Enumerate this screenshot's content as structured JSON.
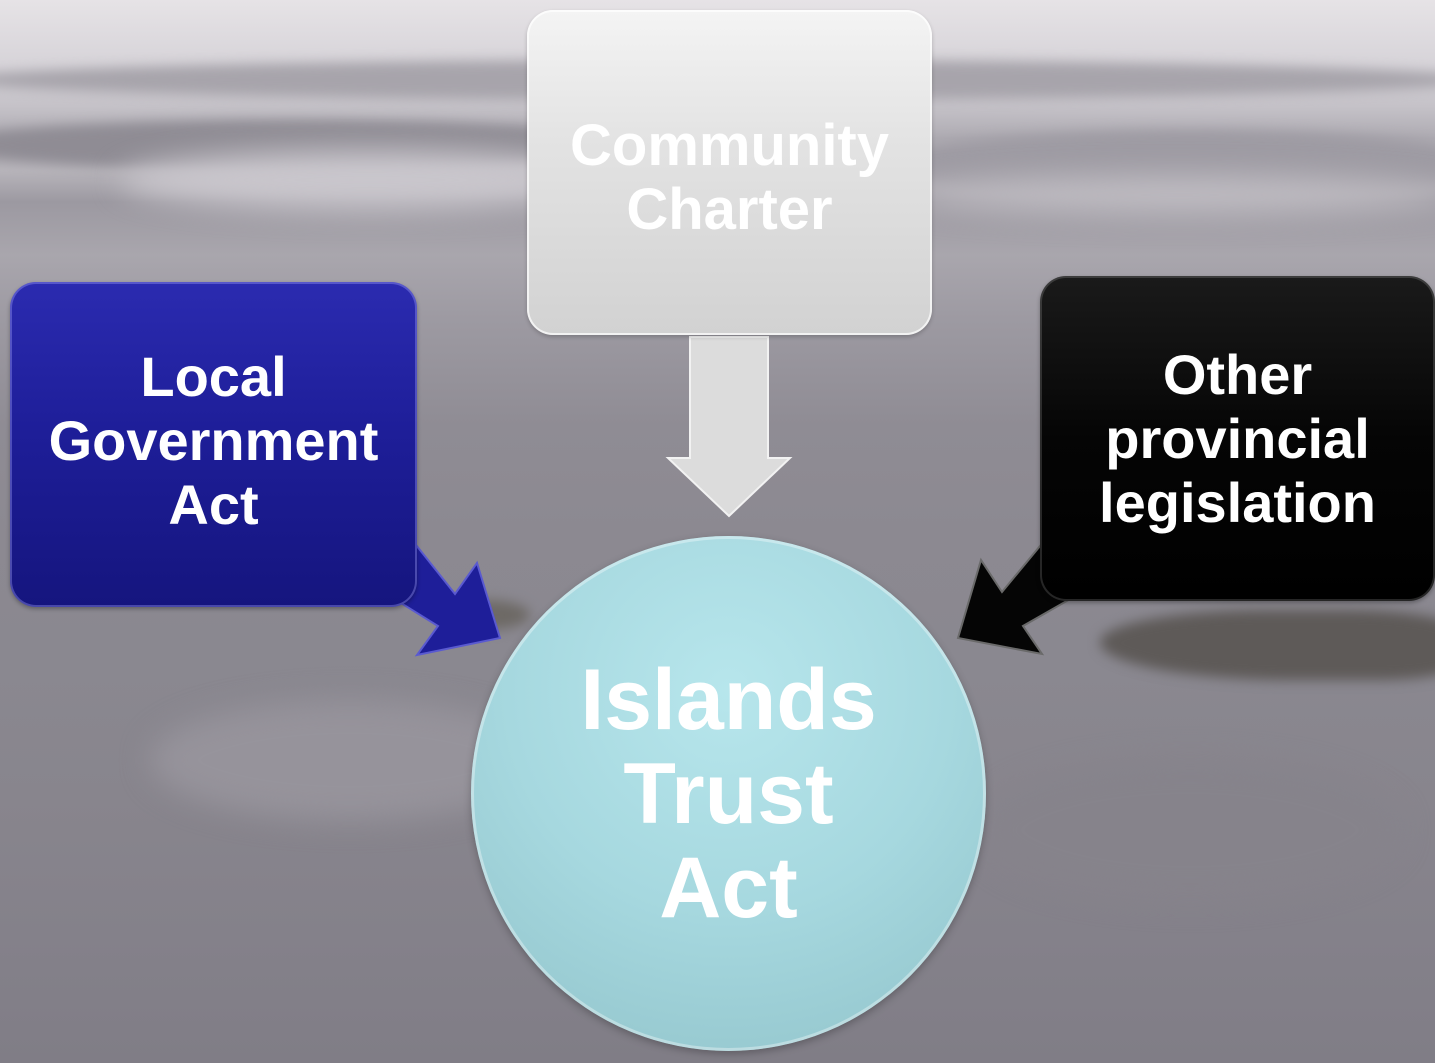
{
  "diagram": {
    "center": {
      "label": "Islands\nTrust\nAct",
      "color": "#a6d8df"
    },
    "sources": [
      {
        "id": "community-charter",
        "label": "Community\nCharter",
        "color": "#e3e3e3",
        "position": "top"
      },
      {
        "id": "local-government-act",
        "label": "Local\nGovernment\nAct",
        "color": "#1e1e99",
        "position": "left"
      },
      {
        "id": "other-provincial-legislation",
        "label": "Other\nprovincial\nlegislation",
        "color": "#000000",
        "position": "right"
      }
    ]
  }
}
